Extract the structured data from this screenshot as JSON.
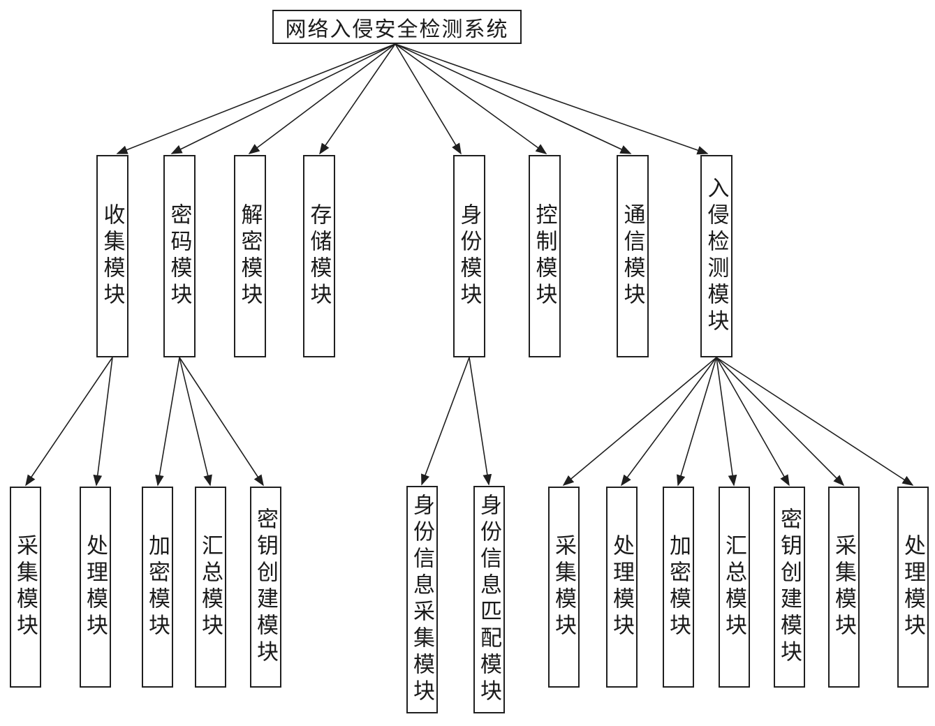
{
  "diagram": {
    "title": "网络入侵安全检测系统",
    "root": {
      "label": "网络入侵安全检测系统"
    },
    "level2": [
      {
        "label": "收集模块"
      },
      {
        "label": "密码模块"
      },
      {
        "label": "解密模块"
      },
      {
        "label": "存储模块"
      },
      {
        "label": "身份模块"
      },
      {
        "label": "控制模块"
      },
      {
        "label": "通信模块"
      },
      {
        "label": "入侵检测模块"
      }
    ],
    "level3": [
      {
        "label": "采集模块",
        "parent": "收集模块"
      },
      {
        "label": "处理模块",
        "parent": "收集模块"
      },
      {
        "label": "加密模块",
        "parent": "密码模块"
      },
      {
        "label": "汇总模块",
        "parent": "密码模块"
      },
      {
        "label": "密钥创建模块",
        "parent": "密码模块"
      },
      {
        "label": "身份信息采集模块",
        "parent": "身份模块"
      },
      {
        "label": "身份信息匹配模块",
        "parent": "身份模块"
      },
      {
        "label": "采集模块",
        "parent": "入侵检测模块"
      },
      {
        "label": "处理模块",
        "parent": "入侵检测模块"
      },
      {
        "label": "加密模块",
        "parent": "入侵检测模块"
      },
      {
        "label": "汇总模块",
        "parent": "入侵检测模块"
      },
      {
        "label": "密钥创建模块",
        "parent": "入侵检测模块"
      },
      {
        "label": "采集模块",
        "parent": "入侵检测模块"
      },
      {
        "label": "处理模块",
        "parent": "入侵检测模块"
      }
    ],
    "colors": {
      "background": "#ffffff",
      "line": "#1f1f1f",
      "box_border": "#1f1f1f",
      "text": "#1a1a1a"
    }
  }
}
